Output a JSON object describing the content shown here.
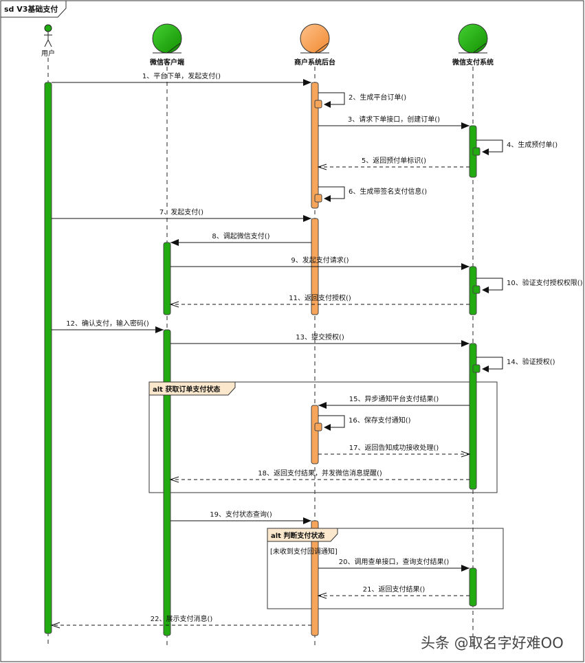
{
  "frame": {
    "title": "sd V3基础支付"
  },
  "colors": {
    "green": "#22aa11",
    "orange": "#f7a55a",
    "fragment_tab": "#fbe7cc"
  },
  "actors": [
    {
      "id": "user",
      "name": "用户",
      "kind": "actor",
      "color": "#22aa11"
    },
    {
      "id": "client",
      "name": "微信客户端",
      "kind": "entity",
      "color": "#22aa11"
    },
    {
      "id": "backend",
      "name": "商户系统后台",
      "kind": "entity",
      "color": "#f7a55a"
    },
    {
      "id": "wechat",
      "name": "微信支付系统",
      "kind": "entity",
      "color": "#22aa11"
    }
  ],
  "messages": [
    {
      "from": "user",
      "to": "backend",
      "label": "1、平台下单，发起支付()",
      "type": "sync"
    },
    {
      "from": "backend",
      "to": "backend",
      "label": "2、生成平台订单()",
      "type": "self"
    },
    {
      "from": "backend",
      "to": "wechat",
      "label": "3、请求下单接口，创建订单()",
      "type": "sync"
    },
    {
      "from": "wechat",
      "to": "wechat",
      "label": "4、生成预付单()",
      "type": "self"
    },
    {
      "from": "wechat",
      "to": "backend",
      "label": "5、返回预付单标识()",
      "type": "return"
    },
    {
      "from": "backend",
      "to": "backend",
      "label": "6、生成带签名支付信息()",
      "type": "self"
    },
    {
      "from": "user",
      "to": "backend",
      "label": "7、发起支付()",
      "type": "sync"
    },
    {
      "from": "backend",
      "to": "client",
      "label": "8、调起微信支付()",
      "type": "sync"
    },
    {
      "from": "client",
      "to": "wechat",
      "label": "9、发起支付请求()",
      "type": "sync"
    },
    {
      "from": "wechat",
      "to": "wechat",
      "label": "10、验证支付授权权限()",
      "type": "self"
    },
    {
      "from": "wechat",
      "to": "client",
      "label": "11、返回支付授权()",
      "type": "return"
    },
    {
      "from": "user",
      "to": "client",
      "label": "12、确认支付，输入密码()",
      "type": "sync"
    },
    {
      "from": "client",
      "to": "wechat",
      "label": "13、提交授权()",
      "type": "sync"
    },
    {
      "from": "wechat",
      "to": "wechat",
      "label": "14、验证授权()",
      "type": "self"
    },
    {
      "from": "wechat",
      "to": "backend",
      "label": "15、异步通知平台支付结果()",
      "type": "sync"
    },
    {
      "from": "backend",
      "to": "backend",
      "label": "16、保存支付通知()",
      "type": "self"
    },
    {
      "from": "backend",
      "to": "wechat",
      "label": "17、返回告知成功接收处理()",
      "type": "return"
    },
    {
      "from": "wechat",
      "to": "client",
      "label": "18、返回支付结果，并发微信消息提醒()",
      "type": "return"
    },
    {
      "from": "client",
      "to": "backend",
      "label": "19、支付状态查询()",
      "type": "sync"
    },
    {
      "from": "backend",
      "to": "wechat",
      "label": "20、调用查单接口，查询支付结果()",
      "type": "sync"
    },
    {
      "from": "wechat",
      "to": "backend",
      "label": "21、返回支付结果()",
      "type": "return"
    },
    {
      "from": "backend",
      "to": "user",
      "label": "22、展示支付消息()",
      "type": "return"
    }
  ],
  "fragments": [
    {
      "operator": "alt",
      "title": "alt 获取订单支付状态",
      "guard": ""
    },
    {
      "operator": "alt",
      "title": "alt 判断支付状态",
      "guard": "[未收到支付回调通知]"
    }
  ],
  "watermark": "头条 @取名字好难OO"
}
